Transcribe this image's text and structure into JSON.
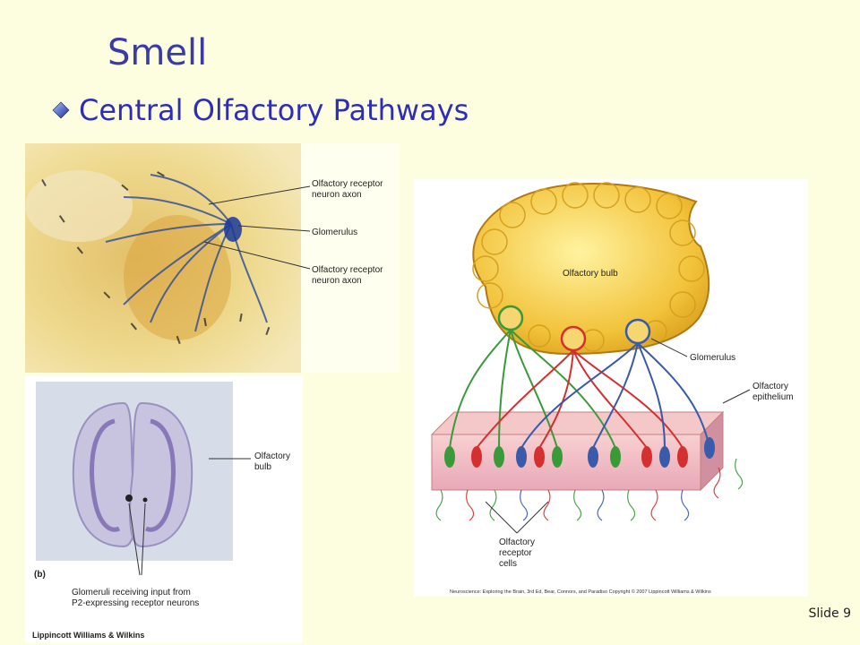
{
  "slide": {
    "title": "Smell",
    "bullet": "Central Olfactory Pathways",
    "number": "Slide 9"
  },
  "figure_a": {
    "labels": [
      "Olfactory receptor",
      "neuron axon",
      "Glomerulus",
      "Olfactory receptor",
      "neuron axon"
    ]
  },
  "figure_b": {
    "panel_letter": "(b)",
    "bulb_label": [
      "Olfactory",
      "bulb"
    ],
    "caption": [
      "Glomeruli receiving input from",
      "P2-expressing receptor neurons"
    ],
    "credit": "Lippincott Williams & Wilkins"
  },
  "figure_c": {
    "bulb_label": "Olfactory bulb",
    "glomerulus_label": "Glomerulus",
    "epithelium_label": [
      "Olfactory",
      "epithelium"
    ],
    "receptor_label": [
      "Olfactory",
      "receptor",
      "cells"
    ],
    "copyright": "Neuroscience: Exploring the Brain, 3rd Ed, Bear, Connors, and Paradiso Copyright © 2007 Lippincott Williams & Wilkins"
  },
  "colors": {
    "title": "#3a3aa8",
    "bullet_text": "#2d2dba",
    "background": "#fdfde0",
    "receptor_green": "#3a9a3a",
    "receptor_red": "#d53030",
    "receptor_blue": "#3a5aaa"
  }
}
